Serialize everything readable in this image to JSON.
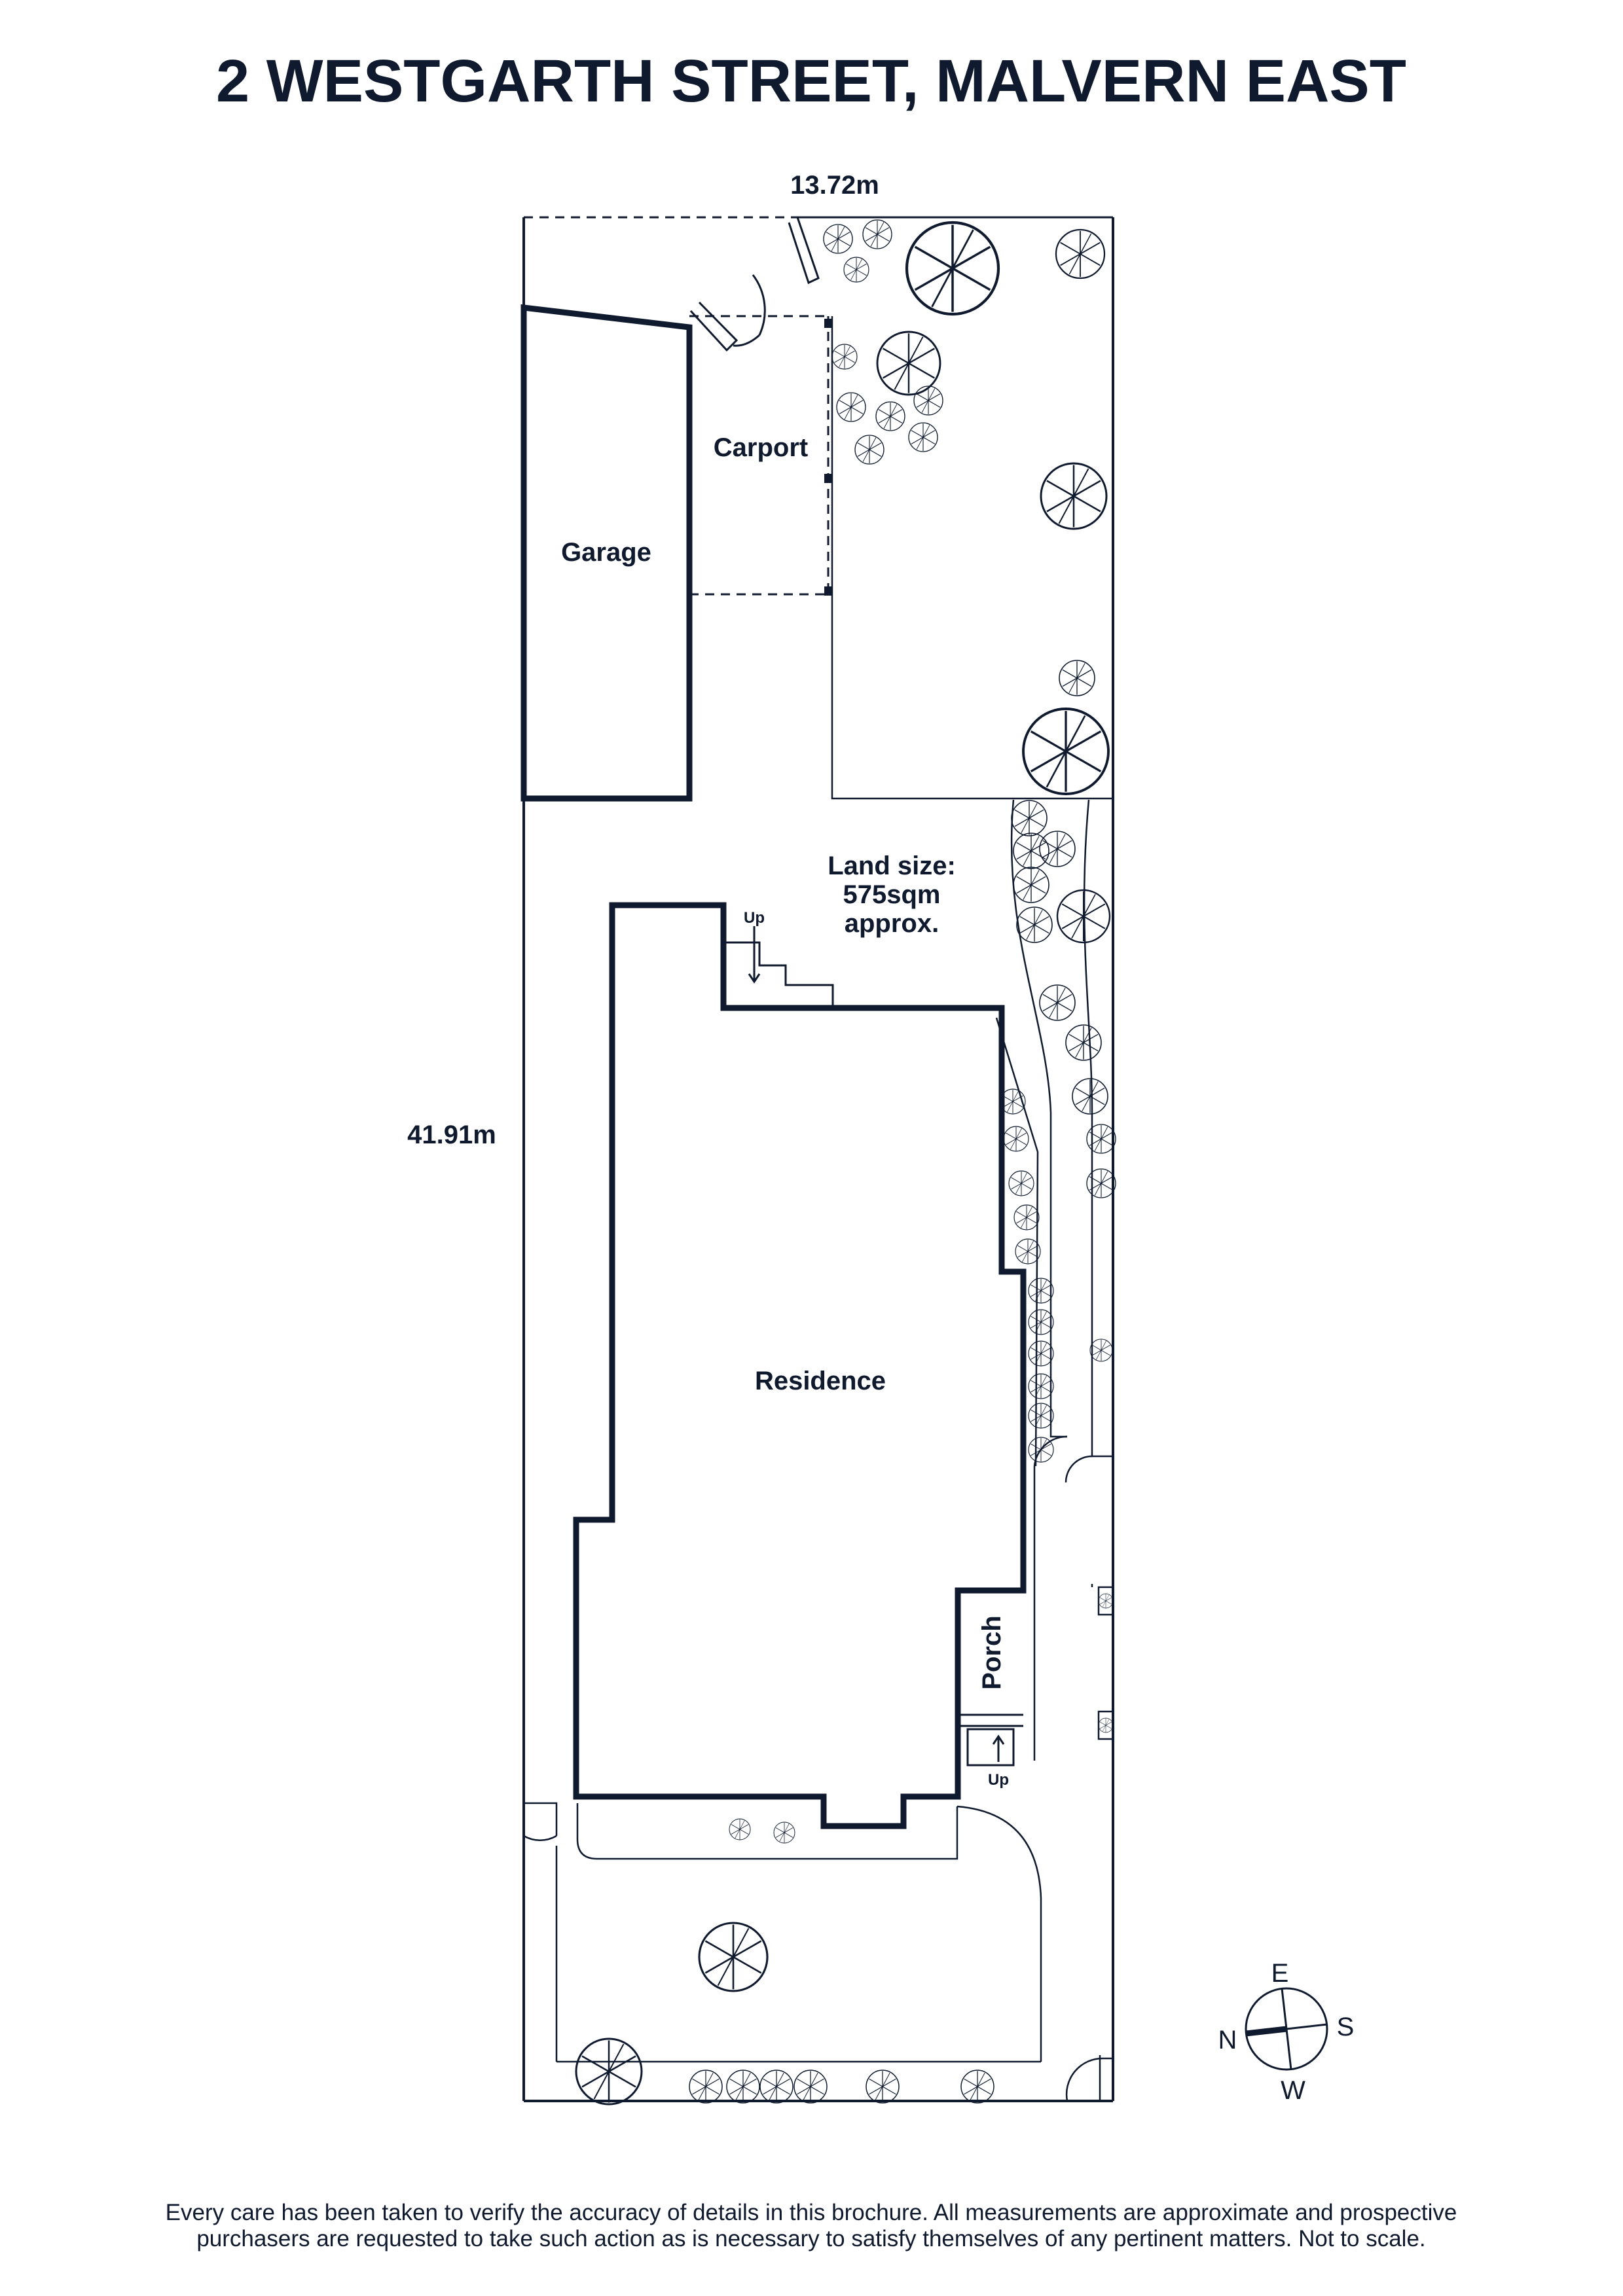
{
  "title": "2 WESTGARTH STREET, MALVERN EAST",
  "dimensions": {
    "width": "13.72m",
    "length": "41.91m"
  },
  "rooms": {
    "garage": "Garage",
    "carport": "Carport",
    "residence": "Residence",
    "porch": "Porch"
  },
  "stairs": {
    "up_top": "Up",
    "up_bottom": "Up"
  },
  "land_size": {
    "line1": "Land size:",
    "line2": "575sqm",
    "line3": "approx."
  },
  "compass": {
    "n": "N",
    "e": "E",
    "s": "S",
    "w": "W"
  },
  "disclaimer": {
    "line1": "Every care has been taken to verify the accuracy of details in this brochure. All measurements are approximate and prospective",
    "line2": "purchasers are requested to take such action as is necessary to satisfy themselves of any pertinent matters. Not to scale."
  },
  "colors": {
    "ink": "#0f1a2e",
    "background": "#ffffff"
  }
}
